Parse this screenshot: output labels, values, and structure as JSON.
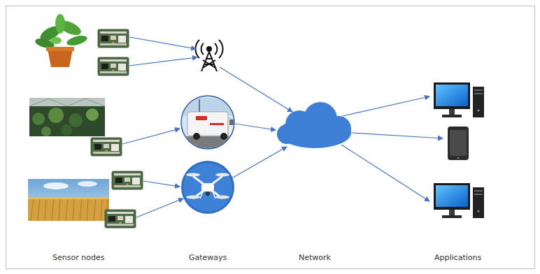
{
  "diagram": {
    "labels": [
      "Sensor nodes",
      "Gateways",
      "Network",
      "Applications"
    ]
  }
}
